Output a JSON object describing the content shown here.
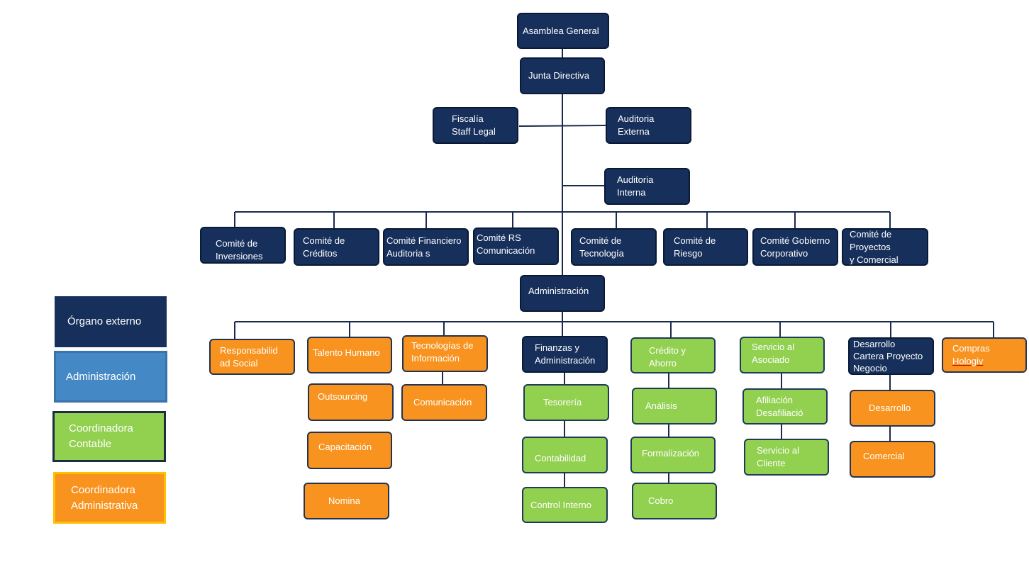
{
  "nodes": {
    "asamblea": "Asamblea General",
    "junta": "Junta Directiva",
    "fiscalia": "Fiscalía\nStaff Legal",
    "aud_externa": "Auditoria\nExterna",
    "aud_interna": "Auditoria\nInterna",
    "com_inversiones": "Comité de\nInversiones",
    "com_creditos": "Comité de\nCréditos",
    "com_financiero": "Comité Financiero\nAuditoria s",
    "com_rs": "Comité  RS\nComunicación",
    "com_tecnologia": "Comité  de\nTecnología",
    "com_riesgo": "Comité de\n Riesgo",
    "com_gobierno": "Comité Gobierno\nCorporativo",
    "com_proyectos": "Comité de\n Proyectos\ny Comercial",
    "administracion": "Administración",
    "resp_social": "Responsabilid\nad Social",
    "talento": "Talento Humano",
    "outsourcing": "Outsourcing",
    "capacitacion": "Capacitación",
    "nomina": "Nomina",
    "tecnologias": "Tecnologías de\nInformación",
    "comunicacion": "Comunicación",
    "finanzas": "Finanzas y\nAdministración",
    "tesoreria": "Tesorería",
    "contabilidad": "Contabilidad",
    "control": "Control Interno",
    "credito": "Crédito y\nAhorro",
    "analisis": "Análisis",
    "formalizacion": "Formalización",
    "cobro": "Cobro",
    "servicio_asociado": "Servicio al\nAsociado",
    "afiliacion": "Afiliación\nDesafiliació",
    "servicio_cliente": "Servicio al\n Cliente",
    "desarrollo_cartera": "Desarrollo\nCartera Proyecto\nNegocio",
    "desarrollo": "Desarrollo",
    "comercial": "Comercial",
    "compras_1": "Compras",
    "compras_2": "Hologiv"
  },
  "legend": {
    "organo": "Órgano externo",
    "administracion": "Administración",
    "coord_contable": "Coordinadora\nContable",
    "coord_admin": "Coordinadora\nAdministrativa"
  },
  "colors": {
    "navy": "#17305b",
    "blue": "#4489c5",
    "green": "#92d050",
    "orange": "#f7931e",
    "line": "#1b2a4a"
  }
}
